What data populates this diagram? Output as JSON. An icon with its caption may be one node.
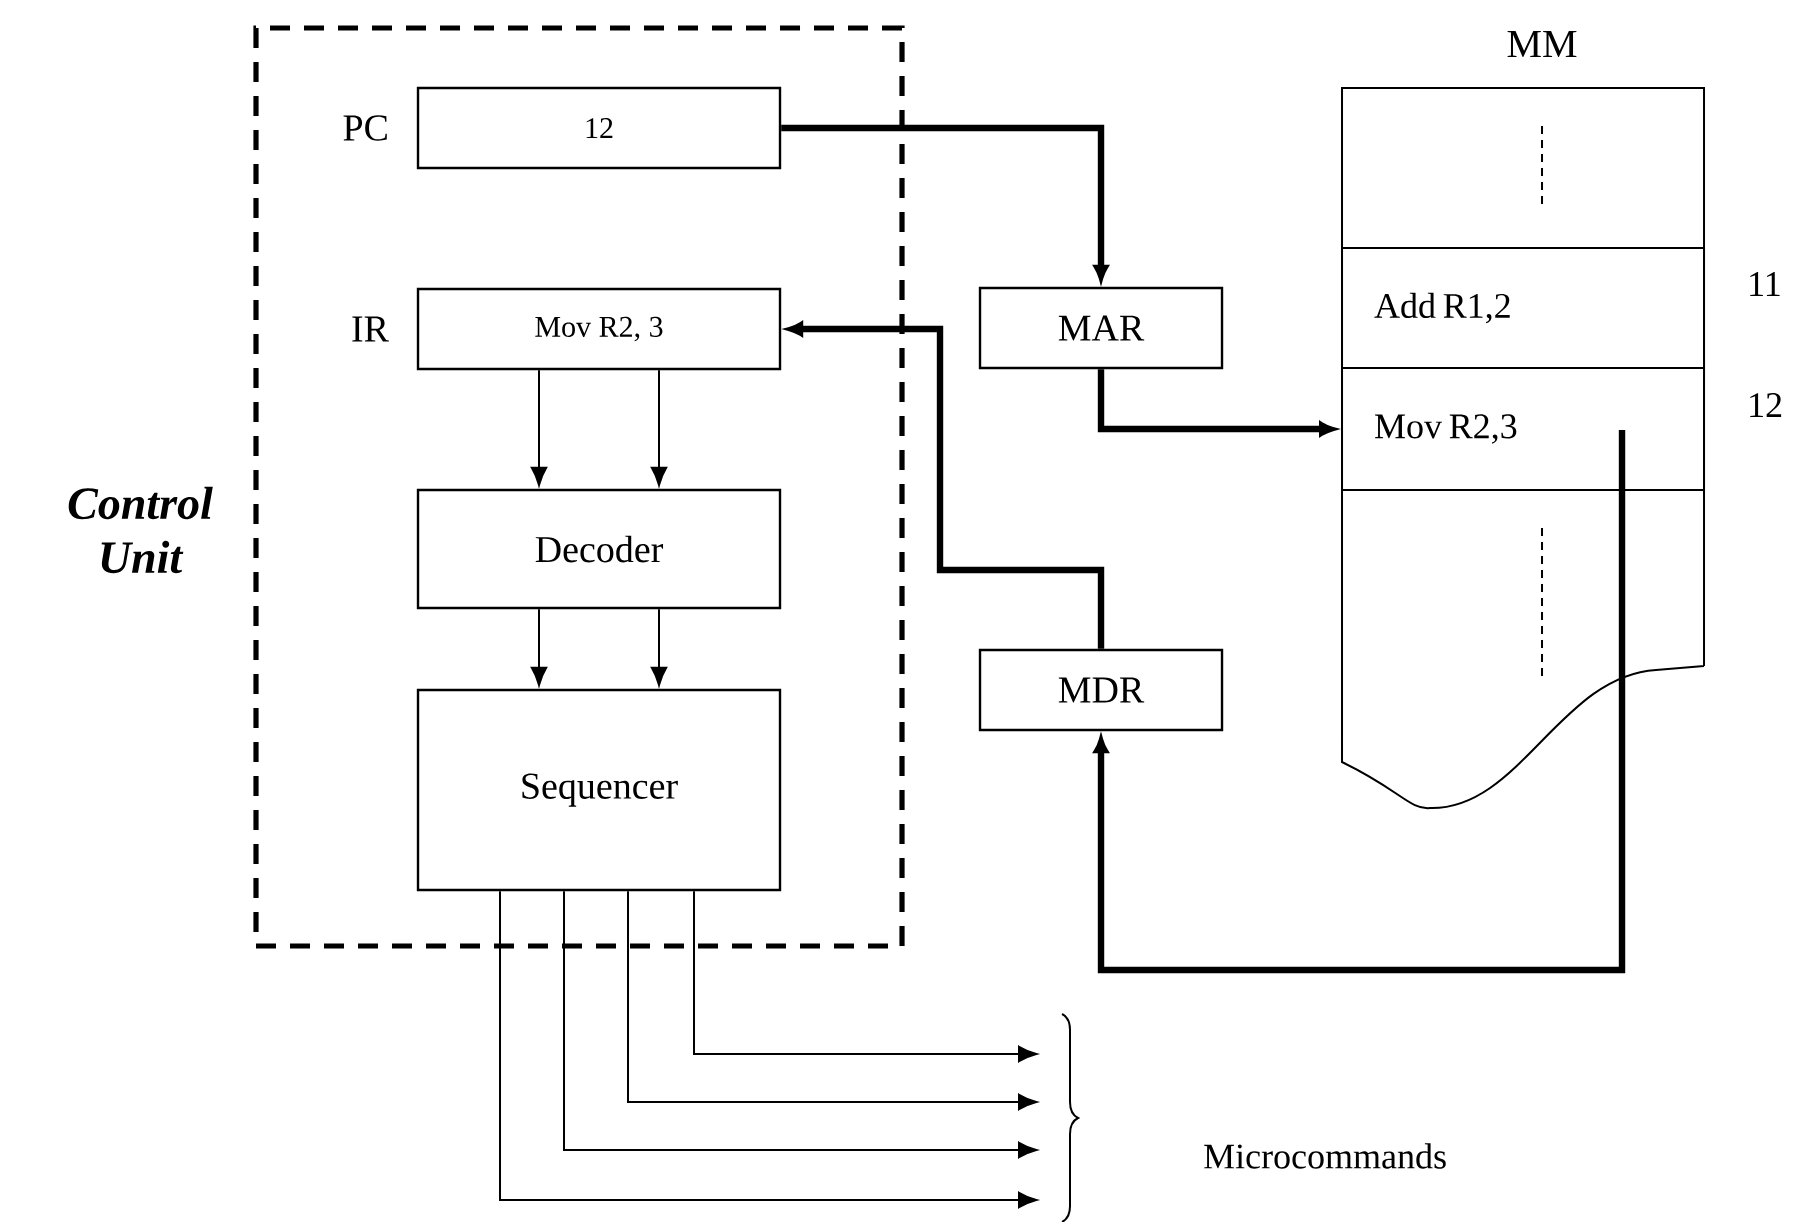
{
  "diagram": {
    "nodes": [
      {
        "text": [
          "Control Unit"
        ]
      },
      {
        "text": [
          "12"
        ],
        "beside": [
          "PC"
        ],
        "in": 0
      },
      {
        "text": [
          "Mov R2, 3"
        ],
        "beside": [
          "IR"
        ],
        "in": 0
      },
      {
        "text": [
          "Decoder"
        ],
        "in": 0
      },
      {
        "text": [
          "Sequencer"
        ],
        "in": 0
      },
      {
        "text": [
          "MAR"
        ]
      },
      {
        "text": [
          "MDR"
        ]
      },
      {
        "text": [
          "MM"
        ]
      },
      {
        "text": [
          "Add R1,2"
        ],
        "beside": [
          "11"
        ],
        "in": 7
      },
      {
        "text": [
          "Mov R2,3"
        ],
        "beside": [
          "12"
        ],
        "in": 7
      }
    ],
    "edges": [
      {
        "from": 1,
        "to": 5,
        "arrow": "to",
        "style": "thick"
      },
      {
        "from": 5,
        "to": 9,
        "arrow": "to",
        "style": "thick"
      },
      {
        "from": 6,
        "to": 2,
        "arrow": "to",
        "style": "thick"
      },
      {
        "from": 9,
        "to": 6,
        "arrow": "to",
        "style": "thick"
      },
      {
        "from": 2,
        "to": 3,
        "arrow": "to"
      },
      {
        "from": 2,
        "to": 3,
        "arrow": "to"
      },
      {
        "from": 3,
        "to": 4,
        "arrow": "to"
      },
      {
        "from": 3,
        "to": 4,
        "arrow": "to"
      },
      {
        "from": 4,
        "to": null,
        "arrow": "to"
      },
      {
        "from": 4,
        "to": null,
        "arrow": "to"
      },
      {
        "from": 4,
        "to": null,
        "arrow": "to"
      },
      {
        "from": 4,
        "to": null,
        "arrow": "to"
      }
    ],
    "labels": [
      "Microcommands"
    ]
  }
}
